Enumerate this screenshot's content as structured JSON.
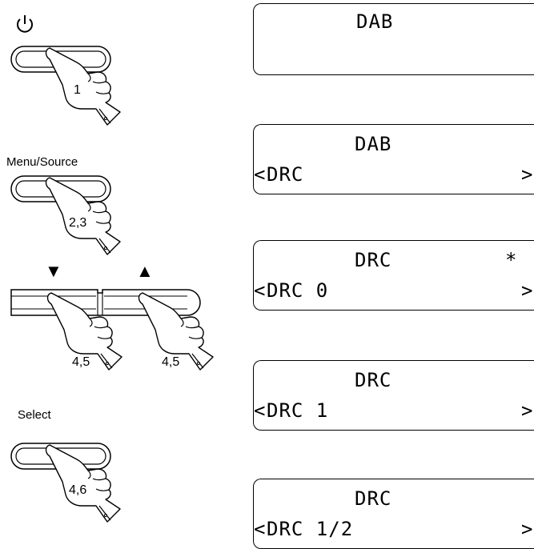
{
  "steps": {
    "power_num": "1",
    "menu_label": "Menu/Source",
    "menu_num": "2,3",
    "down_symbol": "▼",
    "up_symbol": "▲",
    "down_num": "4,5",
    "up_num": "4,5",
    "select_label": "Select",
    "select_num": "4,6"
  },
  "displays": [
    {
      "line1": "DAB",
      "line2": "",
      "marker": "",
      "left_arrow": "",
      "right_arrow": ""
    },
    {
      "line1": "DAB",
      "line2": "DRC",
      "marker": "",
      "left_arrow": "<",
      "right_arrow": ">"
    },
    {
      "line1": "DRC",
      "line2": "DRC 0",
      "marker": "*",
      "left_arrow": "<",
      "right_arrow": ">"
    },
    {
      "line1": "DRC",
      "line2": "DRC 1",
      "marker": "",
      "left_arrow": "<",
      "right_arrow": ">"
    },
    {
      "line1": "DRC",
      "line2": "DRC 1/2",
      "marker": "",
      "left_arrow": "<",
      "right_arrow": ">"
    }
  ],
  "icons": {
    "power": "power-icon",
    "pointer": "pointing-hand-icon"
  }
}
